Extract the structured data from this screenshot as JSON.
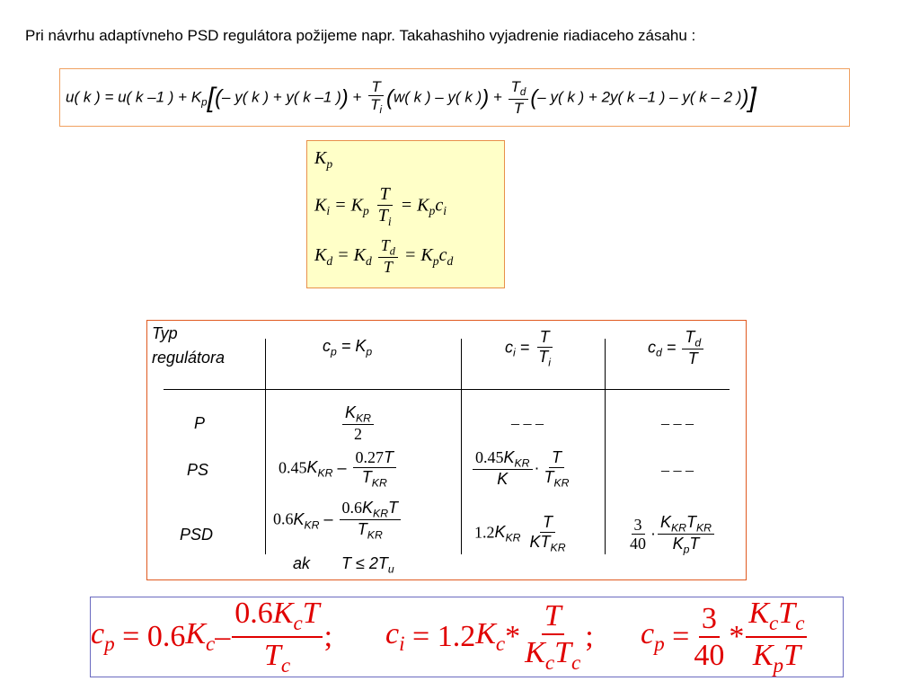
{
  "intro": "Pri návrhu adaptívneho PSD regulátora požijeme napr. Takahashiho vyjadrenie riadiaceho zásahu :",
  "table": {
    "header_typ_line1": "Typ",
    "header_typ_line2": "regulátora",
    "rows": [
      {
        "label": "P",
        "cp_num": "K",
        "cp_num_sub": "KR",
        "cp_den": "2",
        "ci": "– – –",
        "cd": "– – –"
      },
      {
        "label": "PS",
        "cp_a": "0.45",
        "cp_b_num": "0.27",
        "ci_num": "0.45",
        "ci_den": "K",
        "cd": "– – –"
      },
      {
        "label": "PSD",
        "cp_a": "0.6",
        "cp_b_num": "0.6",
        "ci_coef": "1.2",
        "cd_num": "3",
        "cd_den": "40"
      }
    ],
    "condition_label": "ak",
    "condition_expr": "T ≤ 2T"
  },
  "colors": {
    "orange_border": "#f0a060",
    "yellow_bg": "#ffffc8",
    "red_border": "#e05a20",
    "blue_border": "#6a6ac0",
    "red_text": "#e00000"
  }
}
